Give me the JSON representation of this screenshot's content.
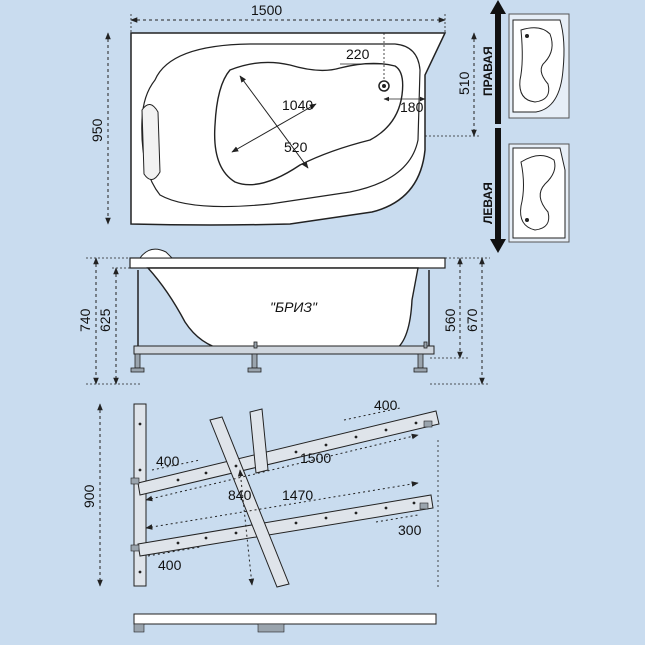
{
  "top_view": {
    "width_label": "1500",
    "depth_label": "950",
    "right_depth_label": "510",
    "drain_offset_top_label": "220",
    "drain_offset_right_label": "180",
    "basin_length_label": "1040",
    "basin_width_label": "520"
  },
  "side_view": {
    "model_name": "\"БРИЗ\"",
    "left_height_total_label": "740",
    "left_height_inner_label": "625",
    "right_height_inner_label": "560",
    "right_height_total_label": "670"
  },
  "frame_view": {
    "depth_label": "900",
    "left_top_arm_label": "400",
    "left_bottom_arm_label": "400",
    "top_rail_length_label": "1500",
    "bottom_rail_length_label": "1470",
    "cross_brace_label": "840",
    "top_right_arm_label": "400",
    "bottom_right_arm_label": "300"
  },
  "orientation": {
    "right_label": "ПРАВАЯ",
    "left_label": "ЛЕВАЯ"
  }
}
